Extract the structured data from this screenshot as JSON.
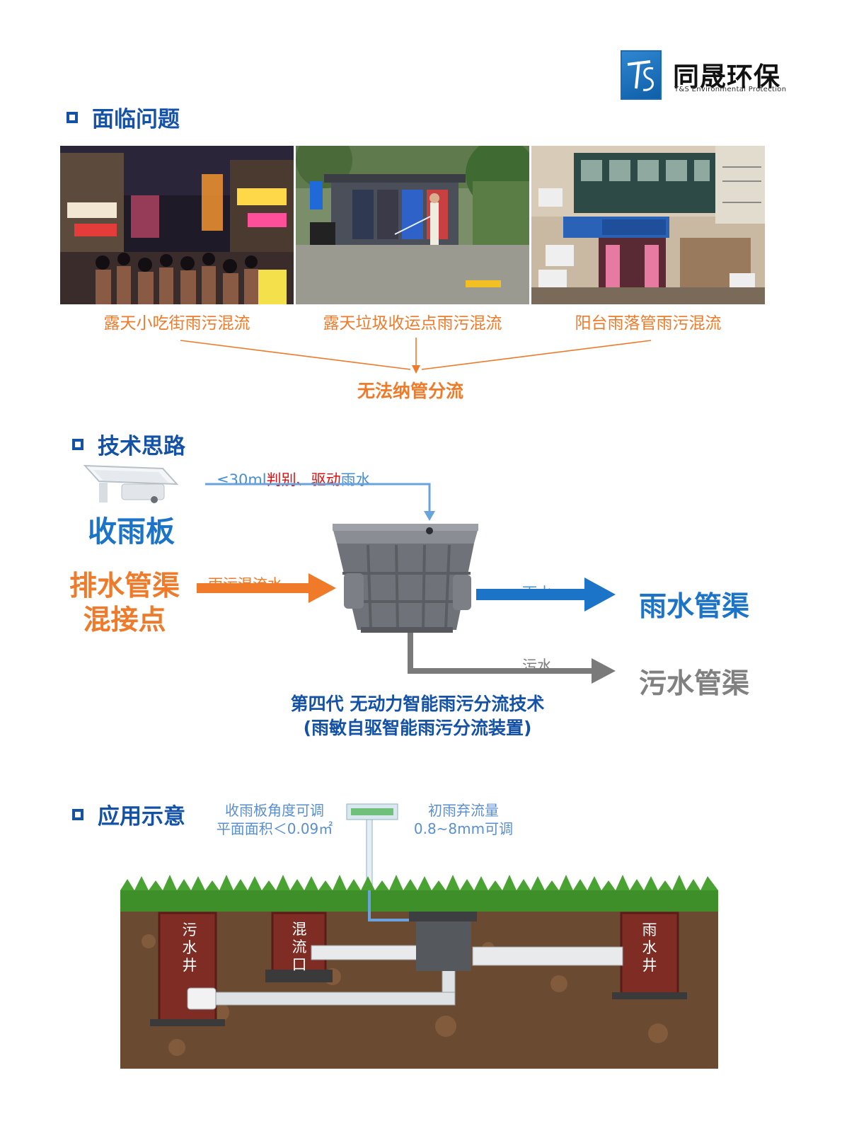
{
  "brand": {
    "name_cn": "同晟环保",
    "name_en": "T&S Environmental Protection"
  },
  "section1": {
    "title": "面临问题",
    "photos": [
      {
        "caption": "露天小吃街雨污混流",
        "icon": "night-food-street-photo"
      },
      {
        "caption": "露天垃圾收运点雨污混流",
        "icon": "garbage-collection-point-photo"
      },
      {
        "caption": "阳台雨落管雨污混流",
        "icon": "balcony-downpipe-photo"
      }
    ],
    "conclusion": "无法纳管分流"
  },
  "section2": {
    "title": "技术思路",
    "rain_board_label": "收雨板",
    "signal_prefix": "≤30ml",
    "signal_red": "判别、驱动",
    "signal_suffix": "雨水",
    "left_label_line1": "排水管渠",
    "left_label_line2": "混接点",
    "inflow_label": "雨污混流水",
    "rain_flow_label": "雨水",
    "rain_target": "雨水管渠",
    "sewage_flow_label": "污水",
    "sewage_target": "污水管渠",
    "caption_line1": "第四代 无动力智能雨污分流技术",
    "caption_line2": "(雨敏自驱智能雨污分流装置)"
  },
  "section3": {
    "title": "应用示意",
    "note_left_line1": "收雨板角度可调",
    "note_left_line2": "平面面积＜0.09㎡",
    "note_right_line1": "初雨弃流量",
    "note_right_line2": "0.8~8mm可调",
    "wells": [
      {
        "label": "污水井"
      },
      {
        "label": "混流口"
      },
      {
        "label": "雨水井"
      }
    ]
  },
  "colors": {
    "heading_blue": "#1452a8",
    "orange": "#ee7a2a",
    "rain_blue": "#1b74c8",
    "gray": "#808080",
    "red": "#e01010"
  }
}
